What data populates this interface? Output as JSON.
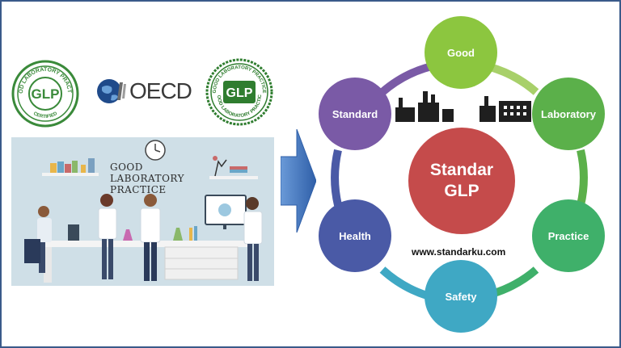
{
  "left_panel": {
    "seal_left": {
      "top_text": "GOOD LABORATORY PRACTICE",
      "center_text": "GLP",
      "bottom_text": "CERTIFIED",
      "color": "#3a8a3a"
    },
    "oecd_label": "OECD",
    "seal_right": {
      "top_text": "GOOD LABORATORY PRACTICE",
      "center_text": "GLP",
      "bottom_text": "GOOD LABORATORY PRACTICE",
      "color": "#2f7d2f"
    },
    "lab_title": [
      "GOOD",
      "LABORATORY",
      "PRACTICE"
    ]
  },
  "diagram": {
    "center": {
      "line1": "Standar",
      "line2": "GLP",
      "color": "#c54b4b"
    },
    "nodes": [
      {
        "id": "good",
        "label": "Good",
        "color": "#8cc63f"
      },
      {
        "id": "laboratory",
        "label": "Laboratory",
        "color": "#5bb04a"
      },
      {
        "id": "practice",
        "label": "Practice",
        "color": "#3fb06a"
      },
      {
        "id": "safety",
        "label": "Safety",
        "color": "#3fa8c4"
      },
      {
        "id": "health",
        "label": "Health",
        "color": "#4a5aa6"
      },
      {
        "id": "standard",
        "label": "Standard",
        "color": "#7a5aa6"
      }
    ],
    "website": "www.standarku.com"
  },
  "colors": {
    "arrow": "#4a78b8",
    "frame": "#3a5a8a"
  }
}
